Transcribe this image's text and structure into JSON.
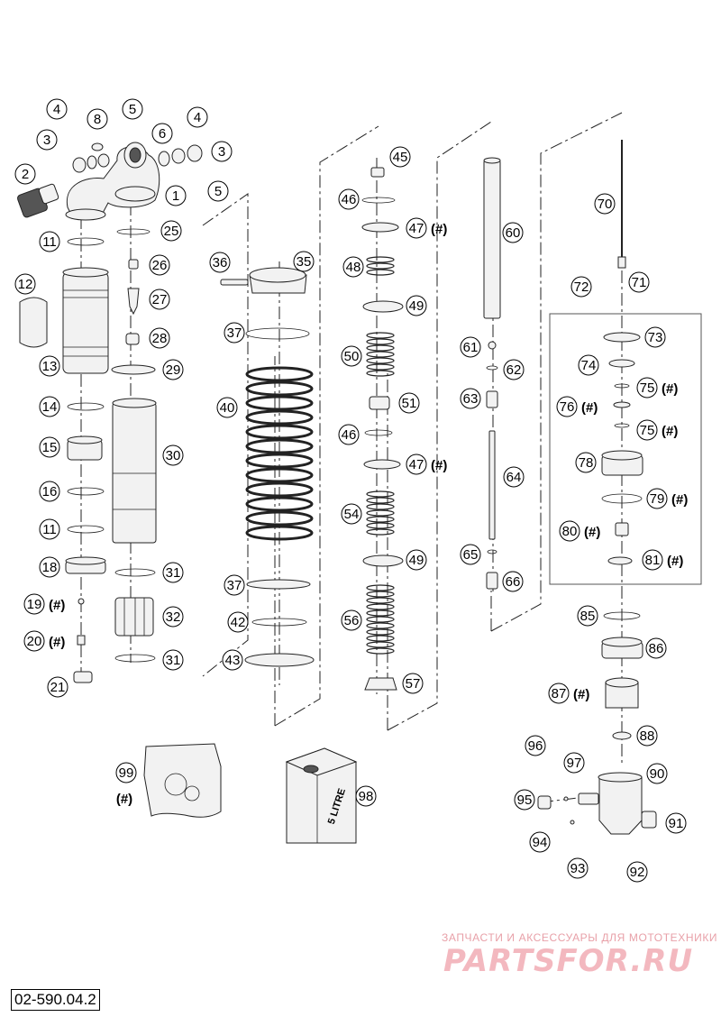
{
  "diagram": {
    "reference_code": "02-590.04.2",
    "fitment_marker": "(#)",
    "jug_label": "5 LITRE",
    "callouts": [
      {
        "id": "c1",
        "label": "1",
        "hash": false
      },
      {
        "id": "c2",
        "label": "2",
        "hash": false
      },
      {
        "id": "c3a",
        "label": "3",
        "hash": false
      },
      {
        "id": "c3b",
        "label": "3",
        "hash": false
      },
      {
        "id": "c4a",
        "label": "4",
        "hash": false
      },
      {
        "id": "c4b",
        "label": "4",
        "hash": false
      },
      {
        "id": "c5a",
        "label": "5",
        "hash": false
      },
      {
        "id": "c5b",
        "label": "5",
        "hash": false
      },
      {
        "id": "c6",
        "label": "6",
        "hash": false
      },
      {
        "id": "c8",
        "label": "8",
        "hash": false
      },
      {
        "id": "c11a",
        "label": "11",
        "hash": false
      },
      {
        "id": "c11b",
        "label": "11",
        "hash": false
      },
      {
        "id": "c12",
        "label": "12",
        "hash": false
      },
      {
        "id": "c13",
        "label": "13",
        "hash": false
      },
      {
        "id": "c14",
        "label": "14",
        "hash": false
      },
      {
        "id": "c15",
        "label": "15",
        "hash": false
      },
      {
        "id": "c16",
        "label": "16",
        "hash": false
      },
      {
        "id": "c18",
        "label": "18",
        "hash": false
      },
      {
        "id": "c19",
        "label": "19",
        "hash": true
      },
      {
        "id": "c20",
        "label": "20",
        "hash": true
      },
      {
        "id": "c21",
        "label": "21",
        "hash": false
      },
      {
        "id": "c25",
        "label": "25",
        "hash": false
      },
      {
        "id": "c26",
        "label": "26",
        "hash": false
      },
      {
        "id": "c27",
        "label": "27",
        "hash": false
      },
      {
        "id": "c28",
        "label": "28",
        "hash": false
      },
      {
        "id": "c29",
        "label": "29",
        "hash": false
      },
      {
        "id": "c30",
        "label": "30",
        "hash": false
      },
      {
        "id": "c31a",
        "label": "31",
        "hash": false
      },
      {
        "id": "c31b",
        "label": "31",
        "hash": false
      },
      {
        "id": "c32",
        "label": "32",
        "hash": false
      },
      {
        "id": "c35",
        "label": "35",
        "hash": false
      },
      {
        "id": "c36",
        "label": "36",
        "hash": false
      },
      {
        "id": "c37a",
        "label": "37",
        "hash": false
      },
      {
        "id": "c37b",
        "label": "37",
        "hash": false
      },
      {
        "id": "c40",
        "label": "40",
        "hash": false
      },
      {
        "id": "c42",
        "label": "42",
        "hash": false
      },
      {
        "id": "c43",
        "label": "43",
        "hash": false
      },
      {
        "id": "c45",
        "label": "45",
        "hash": false
      },
      {
        "id": "c46a",
        "label": "46",
        "hash": false
      },
      {
        "id": "c46b",
        "label": "46",
        "hash": false
      },
      {
        "id": "c47a",
        "label": "47",
        "hash": true
      },
      {
        "id": "c47b",
        "label": "47",
        "hash": true
      },
      {
        "id": "c48",
        "label": "48",
        "hash": false
      },
      {
        "id": "c49a",
        "label": "49",
        "hash": false
      },
      {
        "id": "c49b",
        "label": "49",
        "hash": false
      },
      {
        "id": "c50",
        "label": "50",
        "hash": false
      },
      {
        "id": "c51",
        "label": "51",
        "hash": false
      },
      {
        "id": "c54",
        "label": "54",
        "hash": false
      },
      {
        "id": "c56",
        "label": "56",
        "hash": false
      },
      {
        "id": "c57",
        "label": "57",
        "hash": false
      },
      {
        "id": "c60",
        "label": "60",
        "hash": false
      },
      {
        "id": "c61",
        "label": "61",
        "hash": false
      },
      {
        "id": "c62",
        "label": "62",
        "hash": false
      },
      {
        "id": "c63",
        "label": "63",
        "hash": false
      },
      {
        "id": "c64",
        "label": "64",
        "hash": false
      },
      {
        "id": "c65",
        "label": "65",
        "hash": false
      },
      {
        "id": "c66",
        "label": "66",
        "hash": false
      },
      {
        "id": "c70",
        "label": "70",
        "hash": false
      },
      {
        "id": "c71",
        "label": "71",
        "hash": false
      },
      {
        "id": "c72",
        "label": "72",
        "hash": false
      },
      {
        "id": "c73",
        "label": "73",
        "hash": false
      },
      {
        "id": "c74",
        "label": "74",
        "hash": false
      },
      {
        "id": "c75a",
        "label": "75",
        "hash": true
      },
      {
        "id": "c75b",
        "label": "75",
        "hash": true
      },
      {
        "id": "c76",
        "label": "76",
        "hash": true
      },
      {
        "id": "c78",
        "label": "78",
        "hash": false
      },
      {
        "id": "c79",
        "label": "79",
        "hash": true
      },
      {
        "id": "c80",
        "label": "80",
        "hash": true
      },
      {
        "id": "c81",
        "label": "81",
        "hash": true
      },
      {
        "id": "c85",
        "label": "85",
        "hash": false
      },
      {
        "id": "c86",
        "label": "86",
        "hash": false
      },
      {
        "id": "c87",
        "label": "87",
        "hash": true
      },
      {
        "id": "c88",
        "label": "88",
        "hash": false
      },
      {
        "id": "c90",
        "label": "90",
        "hash": false
      },
      {
        "id": "c91",
        "label": "91",
        "hash": false
      },
      {
        "id": "c92",
        "label": "92",
        "hash": false
      },
      {
        "id": "c93",
        "label": "93",
        "hash": false
      },
      {
        "id": "c94",
        "label": "94",
        "hash": false
      },
      {
        "id": "c95",
        "label": "95",
        "hash": false
      },
      {
        "id": "c96",
        "label": "96",
        "hash": false
      },
      {
        "id": "c97",
        "label": "97",
        "hash": false
      },
      {
        "id": "c98",
        "label": "98",
        "hash": false
      },
      {
        "id": "c99",
        "label": "99",
        "hash": true
      }
    ]
  },
  "watermark": {
    "line1": "ЗАПЧАСТИ И АКСЕССУАРЫ ДЛЯ МОТОТЕХНИКИ",
    "line2": "PARTSFOR.RU"
  }
}
